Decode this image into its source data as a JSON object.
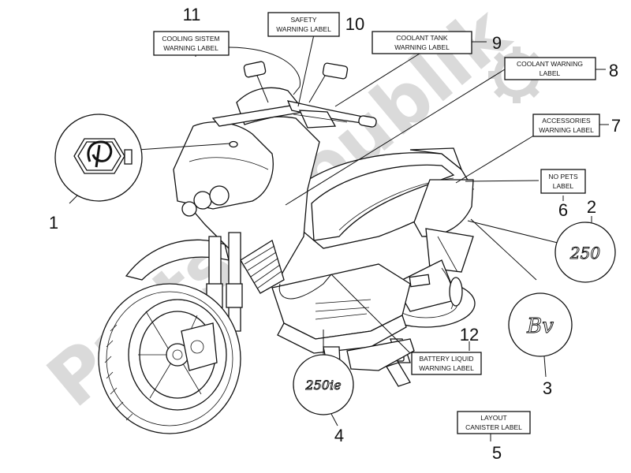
{
  "watermark": "PartsRepublik",
  "callouts": [
    {
      "number": "1"
    },
    {
      "number": "2"
    },
    {
      "number": "3"
    },
    {
      "number": "4"
    },
    {
      "number": "5",
      "label_lines": [
        "LAYOUT",
        "CANISTER LABEL"
      ]
    },
    {
      "number": "6",
      "label_lines": [
        "NO PETS",
        "LABEL"
      ]
    },
    {
      "number": "7",
      "label_lines": [
        "ACCESSORIES",
        "WARNING LABEL"
      ]
    },
    {
      "number": "8",
      "label_lines": [
        "COOLANT WARNING",
        "LABEL"
      ]
    },
    {
      "number": "9",
      "label_lines": [
        "COOLANT TANK",
        "WARNING LABEL"
      ]
    },
    {
      "number": "10",
      "label_lines": [
        "SAFETY",
        "WARNING LABEL"
      ]
    },
    {
      "number": "11",
      "label_lines": [
        "COOLING SISTEM",
        "WARNING LABEL"
      ]
    },
    {
      "number": "12",
      "label_lines": [
        "BATTERY LIQUID",
        "WARNING LABEL"
      ]
    }
  ],
  "badges": {
    "badge_250": "250",
    "badge_bv": "Bv",
    "badge_250ie": "250ie"
  }
}
